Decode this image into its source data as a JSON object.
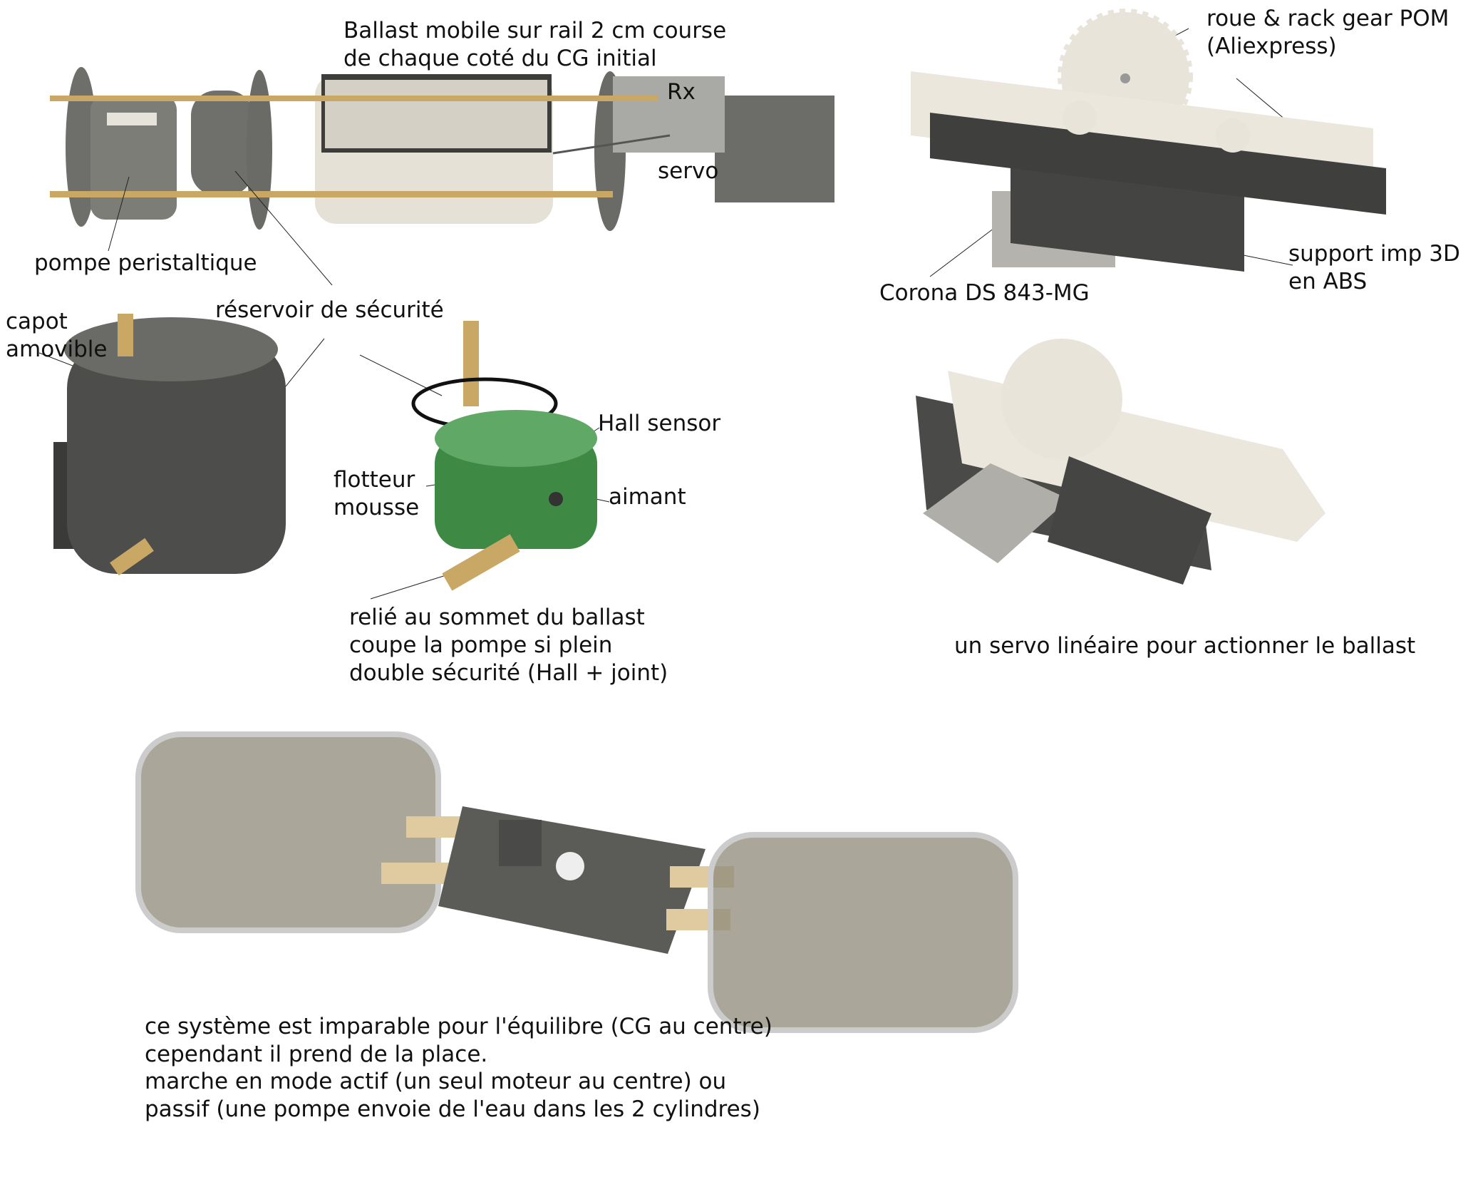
{
  "labels": {
    "ballast_mobile": [
      "Ballast mobile sur rail 2 cm course",
      "de chaque coté du CG initial"
    ],
    "rx": "Rx",
    "servo": "servo",
    "pompe": "pompe peristaltique",
    "reservoir": "réservoir de sécurité",
    "capot": [
      "capot",
      "amovible"
    ],
    "hall": "Hall sensor",
    "flotteur": [
      "flotteur",
      "mousse"
    ],
    "aimant": "aimant",
    "relie": [
      "relié au sommet du ballast",
      "coupe la pompe si plein",
      "double sécurité (Hall + joint)"
    ],
    "roue_rack": [
      "roue & rack gear POM",
      "(Aliexpress)"
    ],
    "support": [
      "support imp 3D",
      "en ABS"
    ],
    "corona": "Corona DS 843-MG",
    "servo_lineaire": "un servo linéaire pour actionner le ballast",
    "systeme": [
      "ce système est imparable pour l'équilibre (CG au centre)",
      "cependant il prend de la place.",
      "marche en mode actif (un seul moteur au centre) ou",
      "passif (une pompe envoie de l'eau dans les 2 cylindres)"
    ]
  },
  "colors": {
    "dark": "#4a4a48",
    "mid": "#7a7a76",
    "beige": "#e6e1d6",
    "brass": "#c9a865",
    "green": "#3e8a45"
  }
}
